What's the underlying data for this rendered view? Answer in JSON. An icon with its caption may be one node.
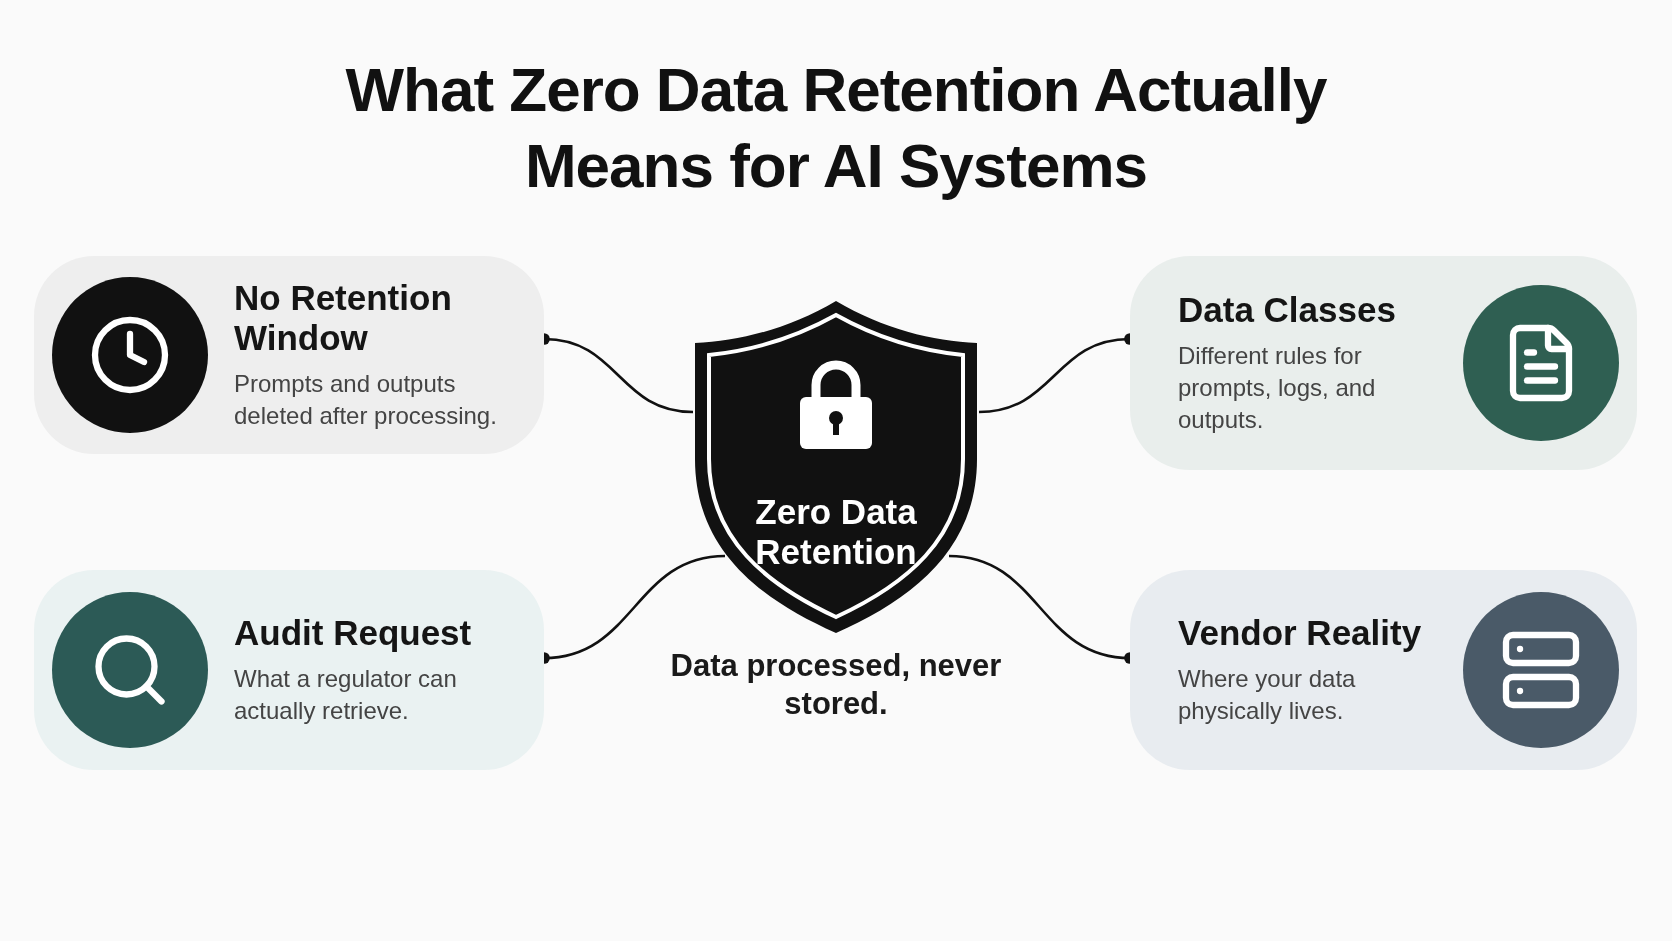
{
  "diagram": {
    "title": "What Zero Data Retention Actually Means for AI Systems",
    "nodes": [
      {
        "text": [
          "No Retention Window",
          "Prompts and outputs deleted after processing."
        ]
      },
      {
        "text": [
          "Zero Data Retention"
        ],
        "beside": [
          "Data processed, never stored."
        ]
      },
      {
        "text": [
          "Data Classes",
          "Different rules for prompts, logs, and outputs."
        ]
      },
      {
        "text": [
          "Audit Request",
          "What a regulator can actually retrieve."
        ]
      },
      {
        "text": [
          "Vendor Reality",
          "Where your data physically lives."
        ]
      }
    ],
    "edges": [
      {
        "from": 1,
        "to": 0,
        "arrow": "other"
      },
      {
        "from": 1,
        "to": 2,
        "arrow": "other"
      },
      {
        "from": 1,
        "to": 3,
        "arrow": "other"
      },
      {
        "from": 1,
        "to": 4,
        "arrow": "other"
      }
    ]
  }
}
